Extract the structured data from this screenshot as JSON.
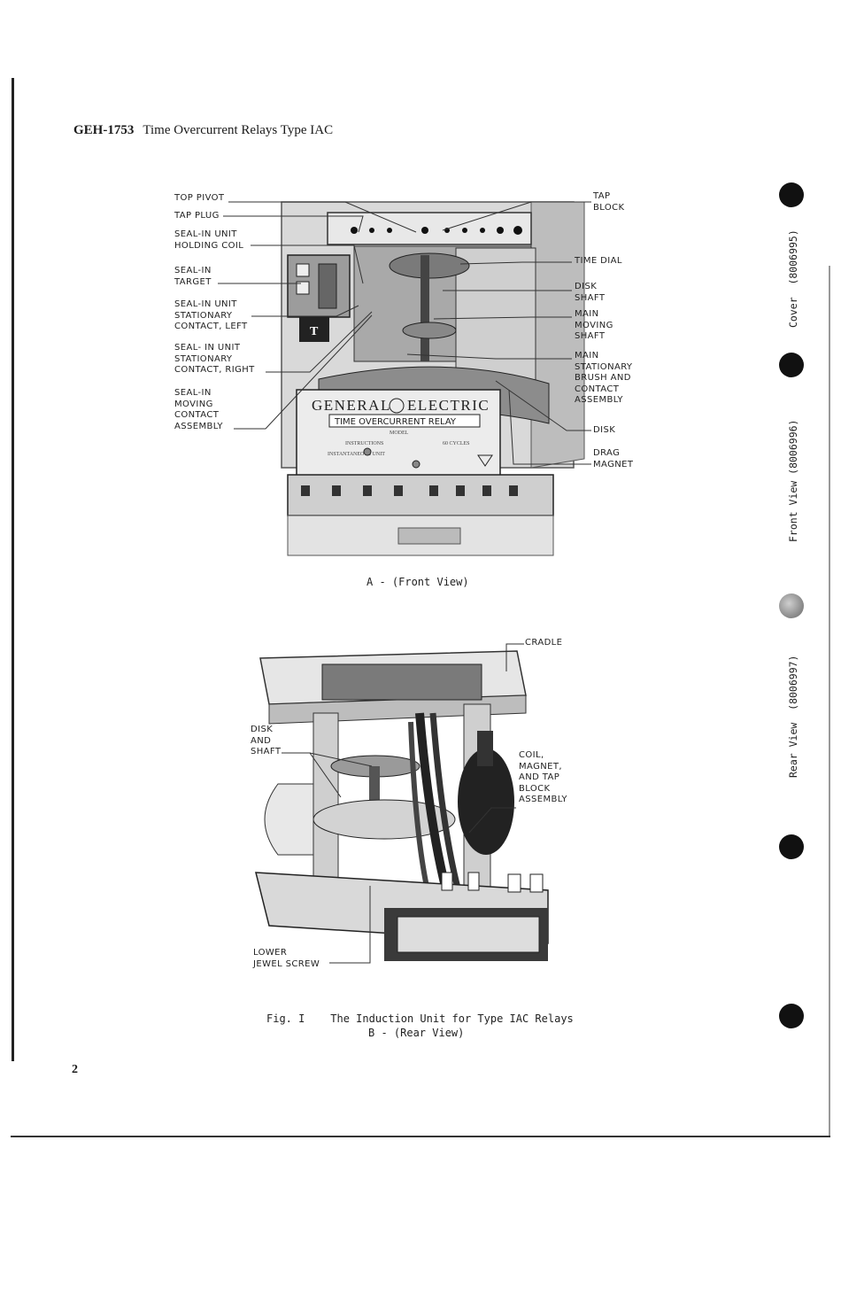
{
  "header": {
    "doc_number": "GEH-1753",
    "title": "Time Overcurrent Relays Type IAC"
  },
  "figure_a": {
    "nameplate": {
      "brand": "GENERAL ELECTRIC",
      "product": "TIME OVERCURRENT RELAY",
      "model_label": "MODEL",
      "instructions": "INSTRUCTIONS",
      "unit": "INSTANTANEOUS UNIT",
      "cycles": "60 CYCLES"
    },
    "labels_left": [
      "TOP PIVOT",
      "TAP PLUG",
      "SEAL-IN UNIT\nHOLDING COIL",
      "SEAL-IN\nTARGET",
      "SEAL-IN UNIT\nSTATIONARY\nCONTACT, LEFT",
      "SEAL- IN UNIT\nSTATIONARY\nCONTACT, RIGHT",
      "SEAL-IN\nMOVING\nCONTACT\nASSEMBLY"
    ],
    "labels_right": [
      "TAP\nBLOCK",
      "TIME DIAL",
      "DISK\nSHAFT",
      "MAIN\nMOVING\nSHAFT",
      "MAIN\nSTATIONARY\nBRUSH AND\nCONTACT\nASSEMBLY",
      "DISK",
      "DRAG\nMAGNET"
    ],
    "caption": "A - (Front View)"
  },
  "figure_b": {
    "labels": [
      "CRADLE",
      "DISK\nAND\nSHAFT",
      "COIL,\nMAGNET,\nAND TAP\nBLOCK\nASSEMBLY",
      "LOWER\nJEWEL SCREW"
    ],
    "caption_line1": "Fig. I    The Induction Unit for Type IAC Relays",
    "caption_line2": "B - (Rear View)"
  },
  "side_labels": {
    "cover": "Cover  (8006995)",
    "front": "Front View (8006996)",
    "rear": "Rear View  (8006997)"
  },
  "page_number": "2"
}
